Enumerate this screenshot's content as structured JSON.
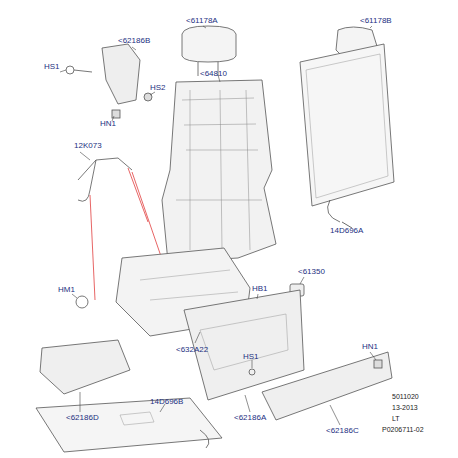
{
  "diagram": {
    "labels": [
      "HS1",
      "<62186B",
      "<61178A",
      "<61178B",
      "HS2",
      "<64810",
      "HN1",
      "12K073",
      "14D696A",
      "HM1",
      "HB1",
      "<61350",
      "<632A22",
      "HS1",
      "HN1",
      "<62186D",
      "14D696B",
      "<62186A",
      "<62186C",
      "5011020",
      "13-2013",
      "LT",
      "P0206711-02"
    ]
  }
}
